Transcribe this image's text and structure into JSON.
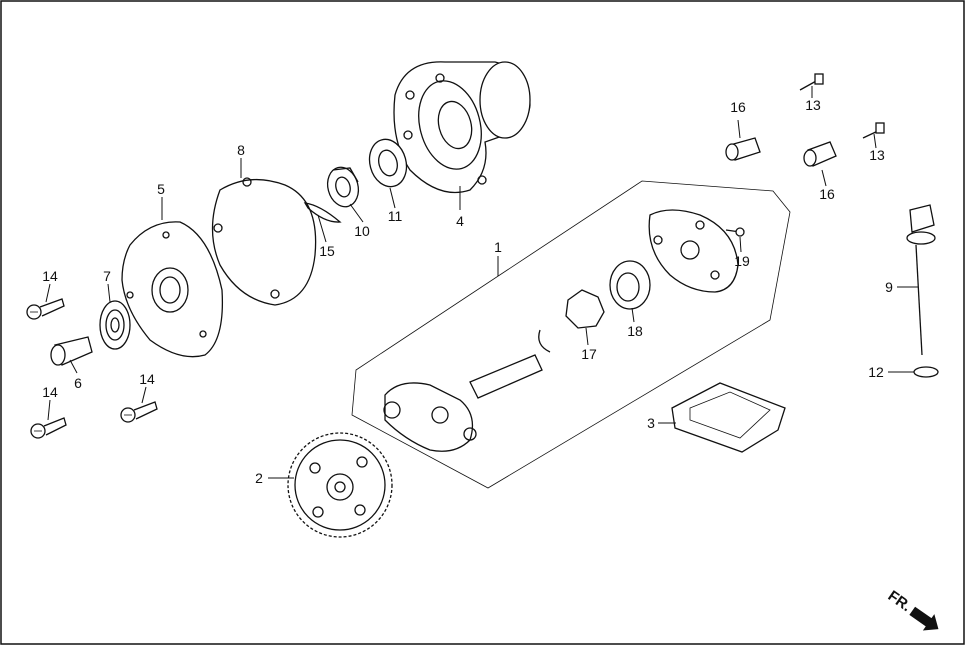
{
  "callouts": {
    "c1": "1",
    "c2": "2",
    "c3": "3",
    "c4": "4",
    "c5": "5",
    "c6": "6",
    "c7": "7",
    "c8": "8",
    "c9": "9",
    "c10": "10",
    "c11": "11",
    "c12": "12",
    "c13a": "13",
    "c13b": "13",
    "c14a": "14",
    "c14b": "14",
    "c14c": "14",
    "c15": "15",
    "c16a": "16",
    "c16b": "16",
    "c17": "17",
    "c18": "18",
    "c19": "19"
  },
  "direction_label": "FR."
}
